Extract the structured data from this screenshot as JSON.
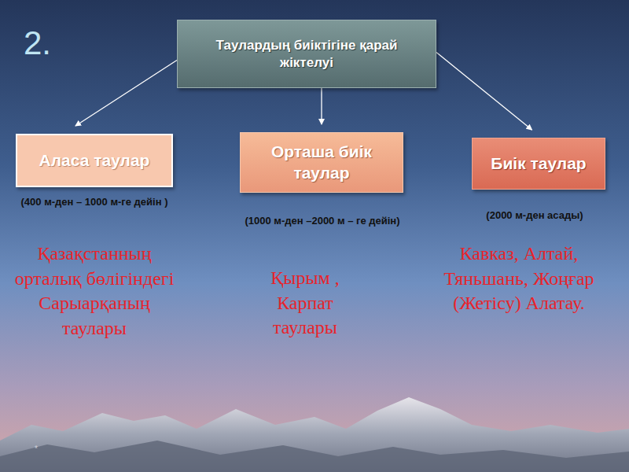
{
  "diagram": {
    "nodes": [
      {
        "text": [
          "Таулардың биіктігіне қарай жіктелуі"
        ]
      },
      {
        "text": [
          "Аласа таулар"
        ]
      },
      {
        "text": [
          "Орташа биік таулар"
        ]
      },
      {
        "text": [
          "Биік таулар"
        ]
      }
    ],
    "edges": [
      {
        "from": 0,
        "to": 1,
        "arrow": "to"
      },
      {
        "from": 0,
        "to": 2,
        "arrow": "to"
      },
      {
        "from": 0,
        "to": 3,
        "arrow": "to"
      }
    ],
    "labels": [
      "2.",
      "(400 м-ден – 1000 м-ге дейін )",
      "(1000 м-ден –2000 м – ге дейін)",
      "(2000 м-ден асады)",
      "Қазақстанның орталық бөлігіндегі Сарыарқаның таулары",
      "Қырым , Карпат таулары",
      "Кавказ, Алтай, Тяньшань, Жоңғар (Жетісу) Алатау.",
      "*"
    ]
  }
}
